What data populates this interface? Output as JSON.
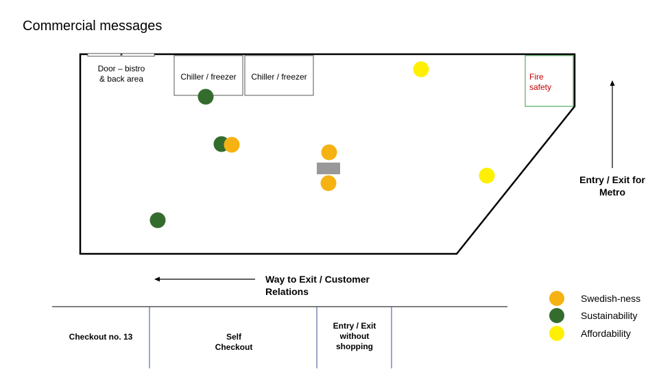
{
  "title": "Commercial messages",
  "rooms": {
    "door_label": "Door – bistro & back area",
    "chiller1_label": "Chiller / freezer",
    "chiller2_label": "Chiller / freezer",
    "fire_label": "Fire safety"
  },
  "labels": {
    "entry_metro": "Entry / Exit for Metro",
    "way_exit": "Way to Exit / Customer Relations"
  },
  "checkouts": {
    "checkout13": "Checkout no. 13",
    "self_checkout": "Self Checkout",
    "entry_no_shopping": "Entry / Exit without shopping"
  },
  "categories": {
    "swedishness": {
      "label": "Swedish-ness",
      "color": "#f5b212"
    },
    "sustainability": {
      "label": "Sustainability",
      "color": "#346c2e"
    },
    "affordability": {
      "label": "Affordability",
      "color": "#ffef00"
    }
  },
  "colors": {
    "fire": "#c00000",
    "fire_border": "#2e9e3e",
    "block": "#999999"
  }
}
